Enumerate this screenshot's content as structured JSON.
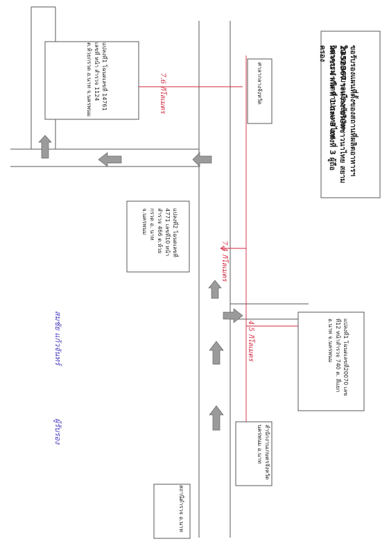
{
  "title": {
    "line1": "ขอรับรองแผนที่ตั้งของสถานที่ผลิตอาหารฯ ในเขตเทศบาลเมืองชัยนาท",
    "line2": "2352567 ระหว่าง บริษัทชาวนาไทย สยามวิศวกรรม ผลิตทำ ประเทศไทย",
    "line3": "มหาชน จำกัด ที่ 1 และ 3 แห่งที่ 3 ผู้ถือครอง"
  },
  "plots": {
    "top": "แปลงที่1 โฉนดเลขที่ 14761 เลขที่ หน้า สำรวจ 1124 ต.ห้วยกรวด อ.นาท จ.นครพนม",
    "middle": "แปลงที่2 โฉนดเลขที่ 4771 เลขที่10 หน้า สำรวจ 466 ต.ห้วยกรวด อ. นาท จ.นครพนม",
    "right": "แปลงที่1 โฉนดเลขที่20070 เลขที่12 หน้าสำรวจ 740 ต. สี่แยก อ.นาท จ.นครพนม"
  },
  "places": {
    "province_office": "ศาลากลางจังหวัด",
    "agri_office": "สำนักงานเกษตรจังหวัด นครพนม อ.นาท",
    "police": "สถานีตำรวจ อ.นาท"
  },
  "distances": {
    "d1": "7.6 กิโลเมตร",
    "d2": "7.4 กิโลเมตร",
    "d3": "4.5 กิโลเมตร"
  },
  "signature": {
    "name": "สมชัย แก้วจันทร์",
    "role": "ผู้รับรอง"
  },
  "colors": {
    "line": "#555555",
    "red": "#d2243b",
    "arrow_fill": "#9b9b9b",
    "ink": "#4a3fc0"
  }
}
